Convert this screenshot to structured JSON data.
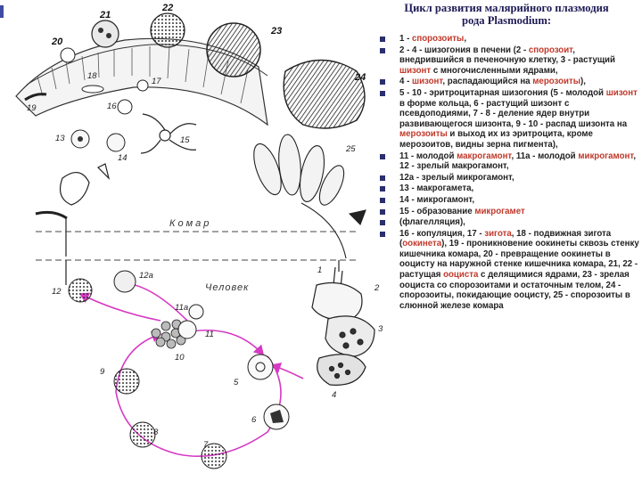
{
  "title": {
    "line1": "Цикл развития малярийного плазмодия",
    "line2": "рода Plasmodium:"
  },
  "diagram": {
    "host_mosquito": "Комар",
    "host_human": "Человек",
    "stage_numbers": [
      "1",
      "2",
      "3",
      "4",
      "5",
      "6",
      "7",
      "8",
      "9",
      "10",
      "11",
      "11а",
      "12",
      "12а",
      "13",
      "14",
      "15",
      "16",
      "17",
      "18",
      "19",
      "20",
      "21",
      "22",
      "23",
      "24",
      "25"
    ]
  },
  "legend": [
    {
      "segments": [
        {
          "t": "1 - "
        },
        {
          "t": "спорозоиты",
          "hl": true
        },
        {
          "t": ","
        }
      ]
    },
    {
      "segments": [
        {
          "t": "2 - 4 - шизогония в печени (2 - "
        },
        {
          "t": "спорозоит",
          "hl": true
        },
        {
          "t": ", внедрившийся в печеночную клетку, 3 - растущий "
        },
        {
          "t": "шизонт",
          "hl": true
        },
        {
          "t": " с многочисленными ядрами,"
        }
      ]
    },
    {
      "segments": [
        {
          "t": "4 - "
        },
        {
          "t": "шизонт",
          "hl": true
        },
        {
          "t": ", распадающийся на "
        },
        {
          "t": "мерозоиты",
          "hl": true
        },
        {
          "t": "),"
        }
      ]
    },
    {
      "segments": [
        {
          "t": "5 - 10 - эритроцитарная шизогония (5 - молодой "
        },
        {
          "t": "шизонт",
          "hl": true
        },
        {
          "t": " в форме кольца, 6 - растущий шизонт с псевдоподиями, 7 - 8 - деление ядер внутри развивающегося шизонта, 9 - 10 - распад шизонта на "
        },
        {
          "t": "мерозоиты",
          "hl": true
        },
        {
          "t": " и выход их из эритроцита, кроме мерозоитов, видны зерна пигмента),"
        }
      ]
    },
    {
      "segments": [
        {
          "t": "11 - молодой "
        },
        {
          "t": "макрогамонт",
          "hl": true
        },
        {
          "t": ", 11а - молодой "
        },
        {
          "t": "микрогамонт",
          "hl": true
        },
        {
          "t": ", 12 - зрелый макрогамонт,"
        }
      ]
    },
    {
      "segments": [
        {
          "t": "12а - зрелый микрогамонт,"
        }
      ]
    },
    {
      "segments": [
        {
          "t": "13 - макрогамета,"
        }
      ]
    },
    {
      "segments": [
        {
          "t": "14 - микрогамонт,"
        }
      ]
    },
    {
      "segments": [
        {
          "t": "15 - образование "
        },
        {
          "t": "микрогамет",
          "hl": true
        }
      ]
    },
    {
      "segments": [
        {
          "t": "(флагелляция),"
        }
      ]
    },
    {
      "segments": [
        {
          "t": "16 - копуляция, 17 - "
        },
        {
          "t": "зигота",
          "hl": true
        },
        {
          "t": ", 18 - подвижная зигота ("
        },
        {
          "t": "оокинета",
          "hl": true
        },
        {
          "t": "), 19 - проникновение оокинеты сквозь стенку кишечника комара, 20 - превращение оокинеты в ооцисту на наружной стенке кишечника комара, 21, 22 - растущая "
        },
        {
          "t": "ооциста",
          "hl": true
        },
        {
          "t": " с делящимися ядрами, 23 - зрелая ооциста со спорозоитами и остаточным телом, 24 - спорозоиты, покидающие ооцисту, 25 - спорозоиты в слюнной железе комара"
        }
      ]
    }
  ],
  "colors": {
    "title": "#1e1a55",
    "highlight": "#c0392b",
    "cycle_arrows": "#d63ac4",
    "bullet": "#2a2f6e"
  }
}
